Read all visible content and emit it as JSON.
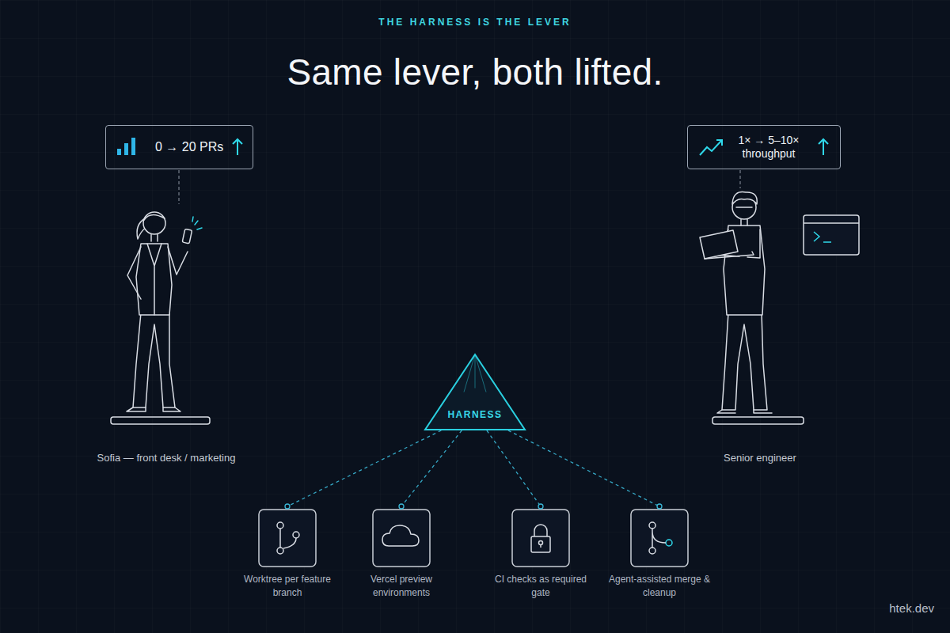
{
  "diagram": {
    "title": "Same lever, both lifted.",
    "nodes": [
      {
        "text": [
          "0 → 20 PRs"
        ]
      },
      {
        "text": [
          "1× → 5–10× throughput"
        ]
      },
      {
        "text": [
          "HARNESS"
        ]
      },
      {
        "text": [
          "Worktree per feature branch"
        ]
      },
      {
        "text": [
          "Vercel preview environments"
        ]
      },
      {
        "text": [
          "CI checks as required gate"
        ]
      },
      {
        "text": [
          "Agent-assisted merge & cleanup"
        ]
      }
    ],
    "edges": [
      {
        "from": 2,
        "to": 3,
        "arrow": "none"
      },
      {
        "from": 2,
        "to": 4,
        "arrow": "none"
      },
      {
        "from": 2,
        "to": 5,
        "arrow": "none"
      },
      {
        "from": 2,
        "to": 6,
        "arrow": "none"
      }
    ],
    "labels": [
      "THE HARNESS IS THE LEVER",
      "Sofia — front desk / marketing",
      "Senior engineer",
      "htek.dev"
    ]
  }
}
